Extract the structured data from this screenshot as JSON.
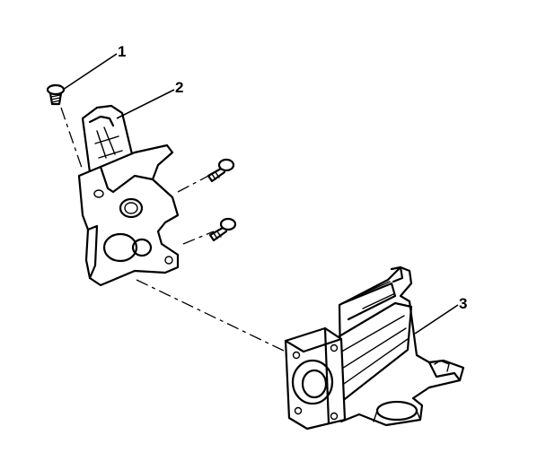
{
  "callouts": {
    "screw": "1",
    "bracket": "2",
    "housing": "3"
  },
  "colors": {
    "ink": "#000000",
    "paper": "#ffffff"
  }
}
